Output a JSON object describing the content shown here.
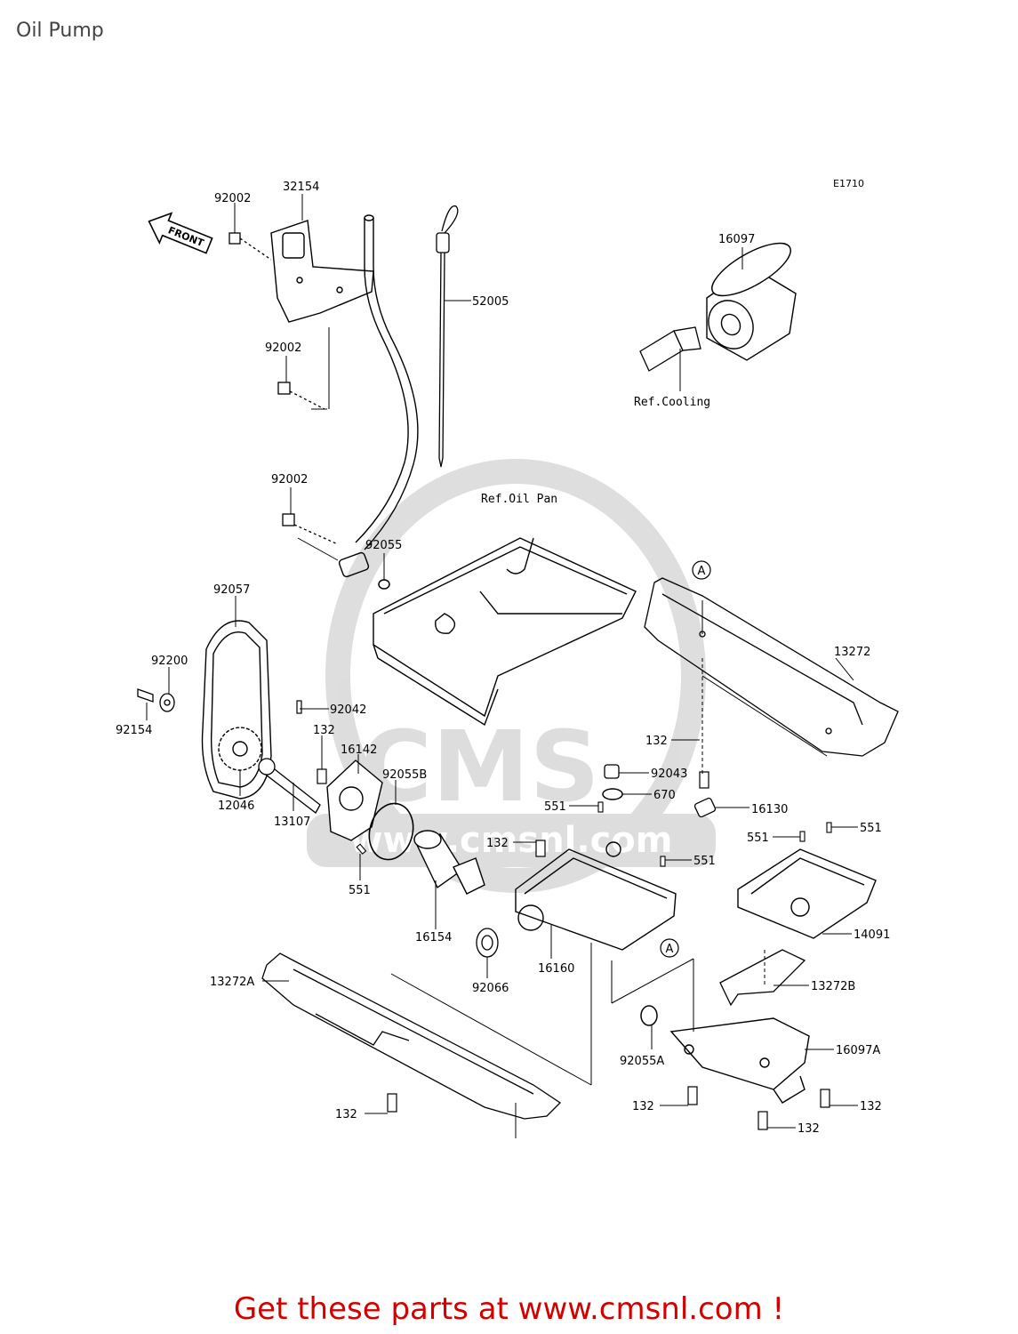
{
  "title": "Oil Pump",
  "diagram_code": "E1710",
  "front_arrow_label": "FRONT",
  "watermark": {
    "brand": "CMS",
    "url": "www.cmsnl.com"
  },
  "references": {
    "cooling": "Ref.Cooling",
    "oil_pan": "Ref.Oil Pan"
  },
  "callouts": {
    "a_top": "A",
    "a_bottom": "A"
  },
  "parts": {
    "p32154": "32154",
    "p92002_a": "92002",
    "p92002_b": "92002",
    "p92002_c": "92002",
    "p52005": "52005",
    "p16097": "16097",
    "p92055": "92055",
    "p92057": "92057",
    "p92200": "92200",
    "p92154": "92154",
    "p92042": "92042",
    "p132_a": "132",
    "p16142": "16142",
    "p92055B": "92055B",
    "p12046": "12046",
    "p13107": "13107",
    "p551_a": "551",
    "p16154": "16154",
    "p13272": "13272",
    "p132_b": "132",
    "p92043": "92043",
    "p670": "670",
    "p551_b": "551",
    "p16130": "16130",
    "p132_c": "132",
    "p551_c": "551",
    "p551_d": "551",
    "p551_e": "551",
    "p14091": "14091",
    "p92066": "92066",
    "p16160": "16160",
    "p13272A": "13272A",
    "p13272B": "13272B",
    "p92055A": "92055A",
    "p16097A": "16097A",
    "p132_d": "132",
    "p132_e": "132",
    "p132_f": "132",
    "p132_g": "132"
  },
  "footer_cta": "Get these parts at www.cmsnl.com !"
}
